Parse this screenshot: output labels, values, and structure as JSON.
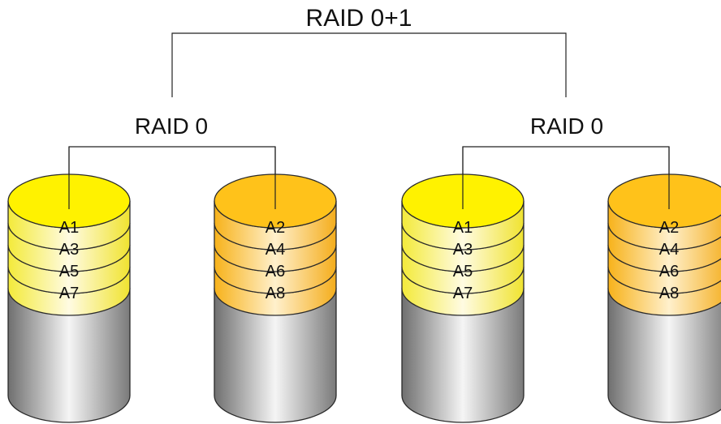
{
  "diagram": {
    "title": "RAID 0+1",
    "groups": [
      {
        "label": "RAID 0",
        "disks": [
          {
            "color": "yellow",
            "blocks": [
              "A1",
              "A3",
              "A5",
              "A7"
            ]
          },
          {
            "color": "orange",
            "blocks": [
              "A2",
              "A4",
              "A6",
              "A8"
            ]
          }
        ]
      },
      {
        "label": "RAID 0",
        "disks": [
          {
            "color": "yellow",
            "blocks": [
              "A1",
              "A3",
              "A5",
              "A7"
            ]
          },
          {
            "color": "orange",
            "blocks": [
              "A2",
              "A4",
              "A6",
              "A8"
            ]
          }
        ]
      }
    ],
    "colors": {
      "yellow_top": "#fff200",
      "yellow_band": "#f7ec2a",
      "orange_top": "#ffc21a",
      "orange_band": "#fdbf2e",
      "base_gray": "#9e9e9e",
      "line": "#222222"
    }
  }
}
